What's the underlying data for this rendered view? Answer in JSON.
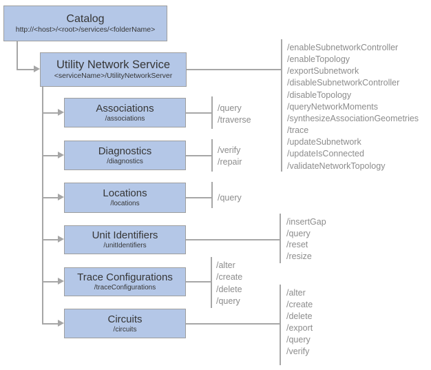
{
  "diagram": {
    "root": {
      "title": "Catalog",
      "subtitle": "http://<host>/<root>/services/<folderName>"
    },
    "service": {
      "title": "Utility Network Service",
      "subtitle": "<serviceName>/UtilityNetworkServer",
      "operations": [
        "/enableSubnetworkController",
        "/enableTopology",
        "/exportSubnetwork",
        "/disableSubnetworkController",
        "/disableTopology",
        "/queryNetworkMoments",
        "/synthesizeAssociationGeometries",
        "/trace",
        "/updateSubnetwork",
        "/updateIsConnected",
        "/validateNetworkTopology"
      ]
    },
    "resources": [
      {
        "title": "Associations",
        "subtitle": "/associations",
        "operations": [
          "/query",
          "/traverse"
        ]
      },
      {
        "title": "Diagnostics",
        "subtitle": "/diagnostics",
        "operations": [
          "/verify",
          "/repair"
        ]
      },
      {
        "title": "Locations",
        "subtitle": "/locations",
        "operations": [
          "/query"
        ]
      },
      {
        "title": "Unit Identifiers",
        "subtitle": "/unitIdentifiers",
        "operations": [
          "/insertGap",
          "/query",
          "/reset",
          "/resize"
        ]
      },
      {
        "title": "Trace Configurations",
        "subtitle": "/traceConfigurations",
        "operations": [
          "/alter",
          "/create",
          "/delete",
          "/query"
        ]
      },
      {
        "title": "Circuits",
        "subtitle": "/circuits",
        "operations": [
          "/alter",
          "/create",
          "/delete",
          "/export",
          "/query",
          "/verify"
        ]
      }
    ],
    "colors": {
      "box_fill": "#b4c7e7",
      "box_border": "#9d9d9d",
      "connector": "#a6a6a6",
      "title_text": "#353535",
      "operation_text": "#8c8c8c"
    }
  }
}
